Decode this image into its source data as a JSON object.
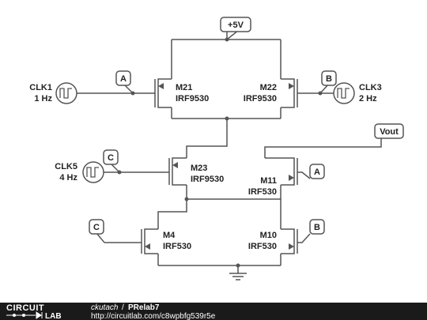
{
  "schematic": {
    "supply_label": "+5V",
    "output_label": "Vout",
    "transistors": [
      {
        "id": "M21",
        "type": "IRF9530"
      },
      {
        "id": "M22",
        "type": "IRF9530"
      },
      {
        "id": "M23",
        "type": "IRF9530"
      },
      {
        "id": "M11",
        "type": "IRF530"
      },
      {
        "id": "M4",
        "type": "IRF530"
      },
      {
        "id": "M10",
        "type": "IRF530"
      }
    ],
    "clocks": [
      {
        "name": "CLK1",
        "freq": "1 Hz"
      },
      {
        "name": "CLK3",
        "freq": "2 Hz"
      },
      {
        "name": "CLK5",
        "freq": "4 Hz"
      }
    ],
    "node_labels": {
      "a": "A",
      "b": "B",
      "c": "C"
    }
  },
  "footer": {
    "logo_top": "CIRCUIT",
    "logo_bottom": "LAB",
    "author": "ckutach",
    "separator": "/",
    "title": "PRelab7",
    "url": "http://circuitlab.com/c8wpbfg539r5e"
  }
}
